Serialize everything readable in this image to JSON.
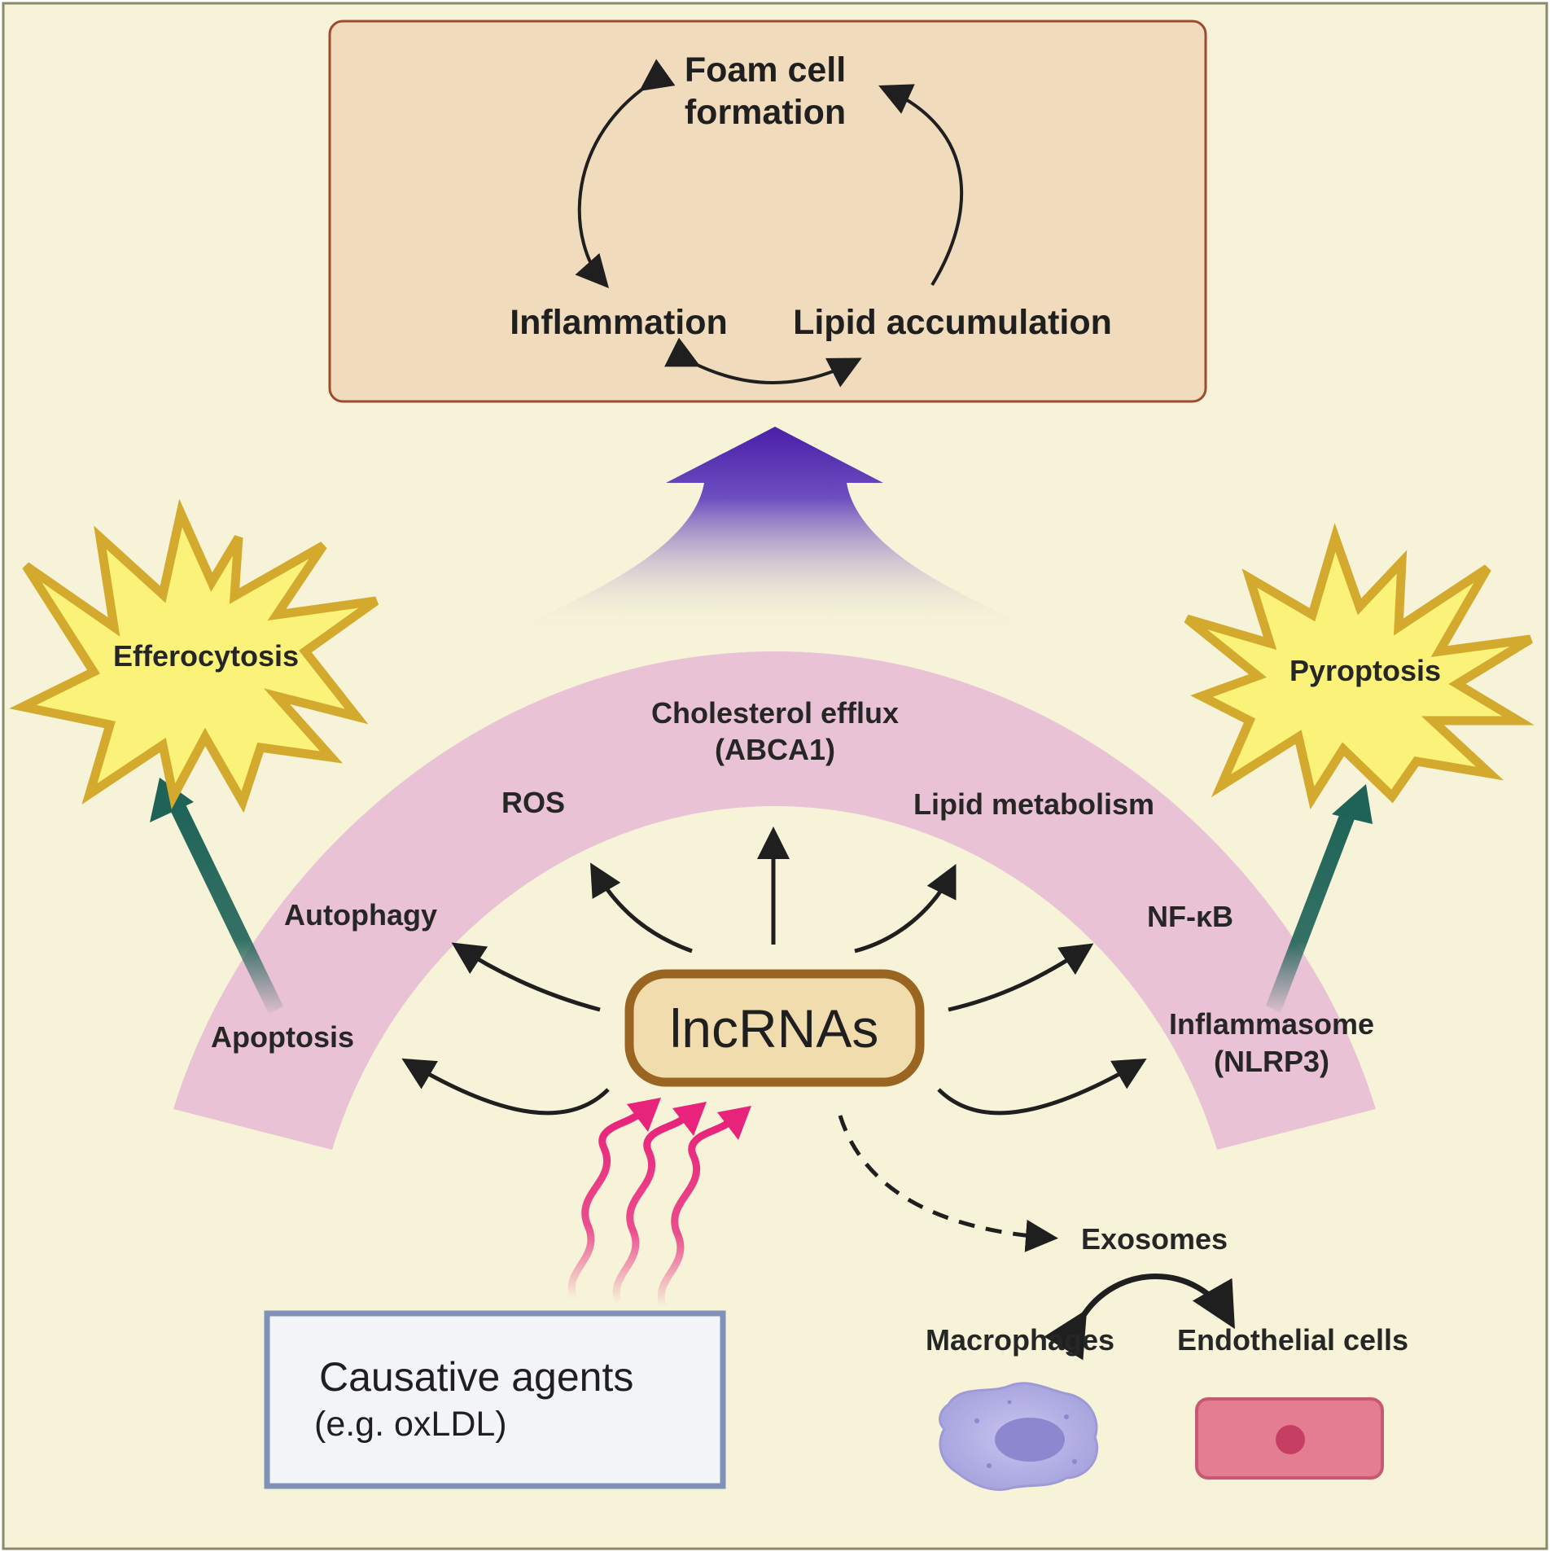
{
  "colors": {
    "background": "#f6f3d8",
    "top_box_fill": "#f0dcbc",
    "top_box_border": "#9e4a30",
    "arc_band": "#e9c3d5",
    "big_arrow_top": "#4a1fa8",
    "star_fill": "#fbf27a",
    "star_border": "#d4aa2e",
    "teal_arrow": "#1f6358",
    "lncrna_fill": "#f1dcae",
    "lncrna_border": "#9a6421",
    "wave_pink": "#e8237b",
    "causative_fill": "#f2f4f8",
    "causative_border": "#8090b6",
    "macrophage": "#b7b4e6",
    "endothelial": "#e47d92"
  },
  "top_box": {
    "foam_cell_line1": "Foam cell",
    "foam_cell_line2": "formation",
    "inflammation": "Inflammation",
    "lipid_accumulation": "Lipid accumulation"
  },
  "arc_labels": {
    "cholesterol_efflux_line1": "Cholesterol efflux",
    "cholesterol_efflux_line2": "(ABCA1)",
    "ros": "ROS",
    "lipid_metabolism": "Lipid metabolism",
    "autophagy": "Autophagy",
    "nfkb": "NF-κB",
    "apoptosis": "Apoptosis",
    "inflammasome_line1": "Inflammasome",
    "inflammasome_line2": "(NLRP3)"
  },
  "stars": {
    "left": "Efferocytosis",
    "right": "Pyroptosis"
  },
  "center": {
    "lncrnas": "lncRNAs"
  },
  "causative": {
    "line1": "Causative agents",
    "line2": "(e.g. oxLDL)"
  },
  "exosomes": {
    "label": "Exosomes",
    "macrophages": "Macrophages",
    "endothelial": "Endothelial cells"
  },
  "icons": {
    "macrophage": "macrophage-cell-icon",
    "endothelial": "endothelial-cell-icon"
  }
}
